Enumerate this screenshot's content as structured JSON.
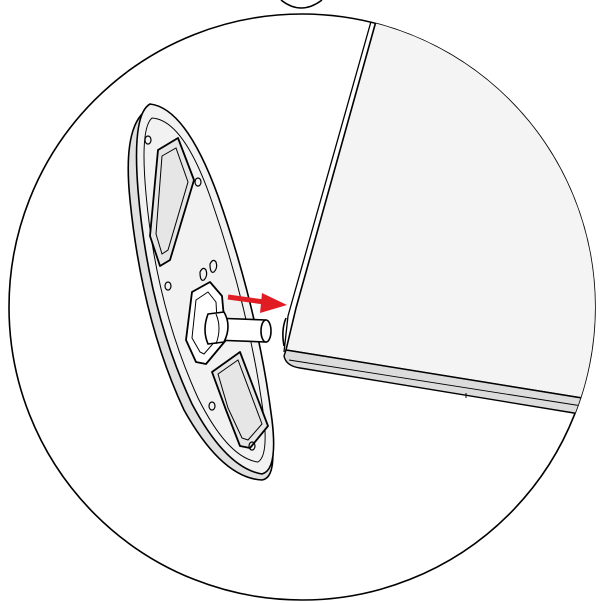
{
  "diagram": {
    "type": "assembly-illustration",
    "parts": [
      "stand-base-plate",
      "connector-shaft",
      "monitor-panel"
    ],
    "arrow": {
      "direction": "right"
    },
    "colors": {
      "line": "#000000",
      "background": "#ffffff",
      "base_fill": "#f2f2f2",
      "panel_fill": "#f4f4f4",
      "panel_edge_fill": "#dcdcdc",
      "recess_fill": "#e6e6e6",
      "arrow": "#e11d24"
    }
  }
}
